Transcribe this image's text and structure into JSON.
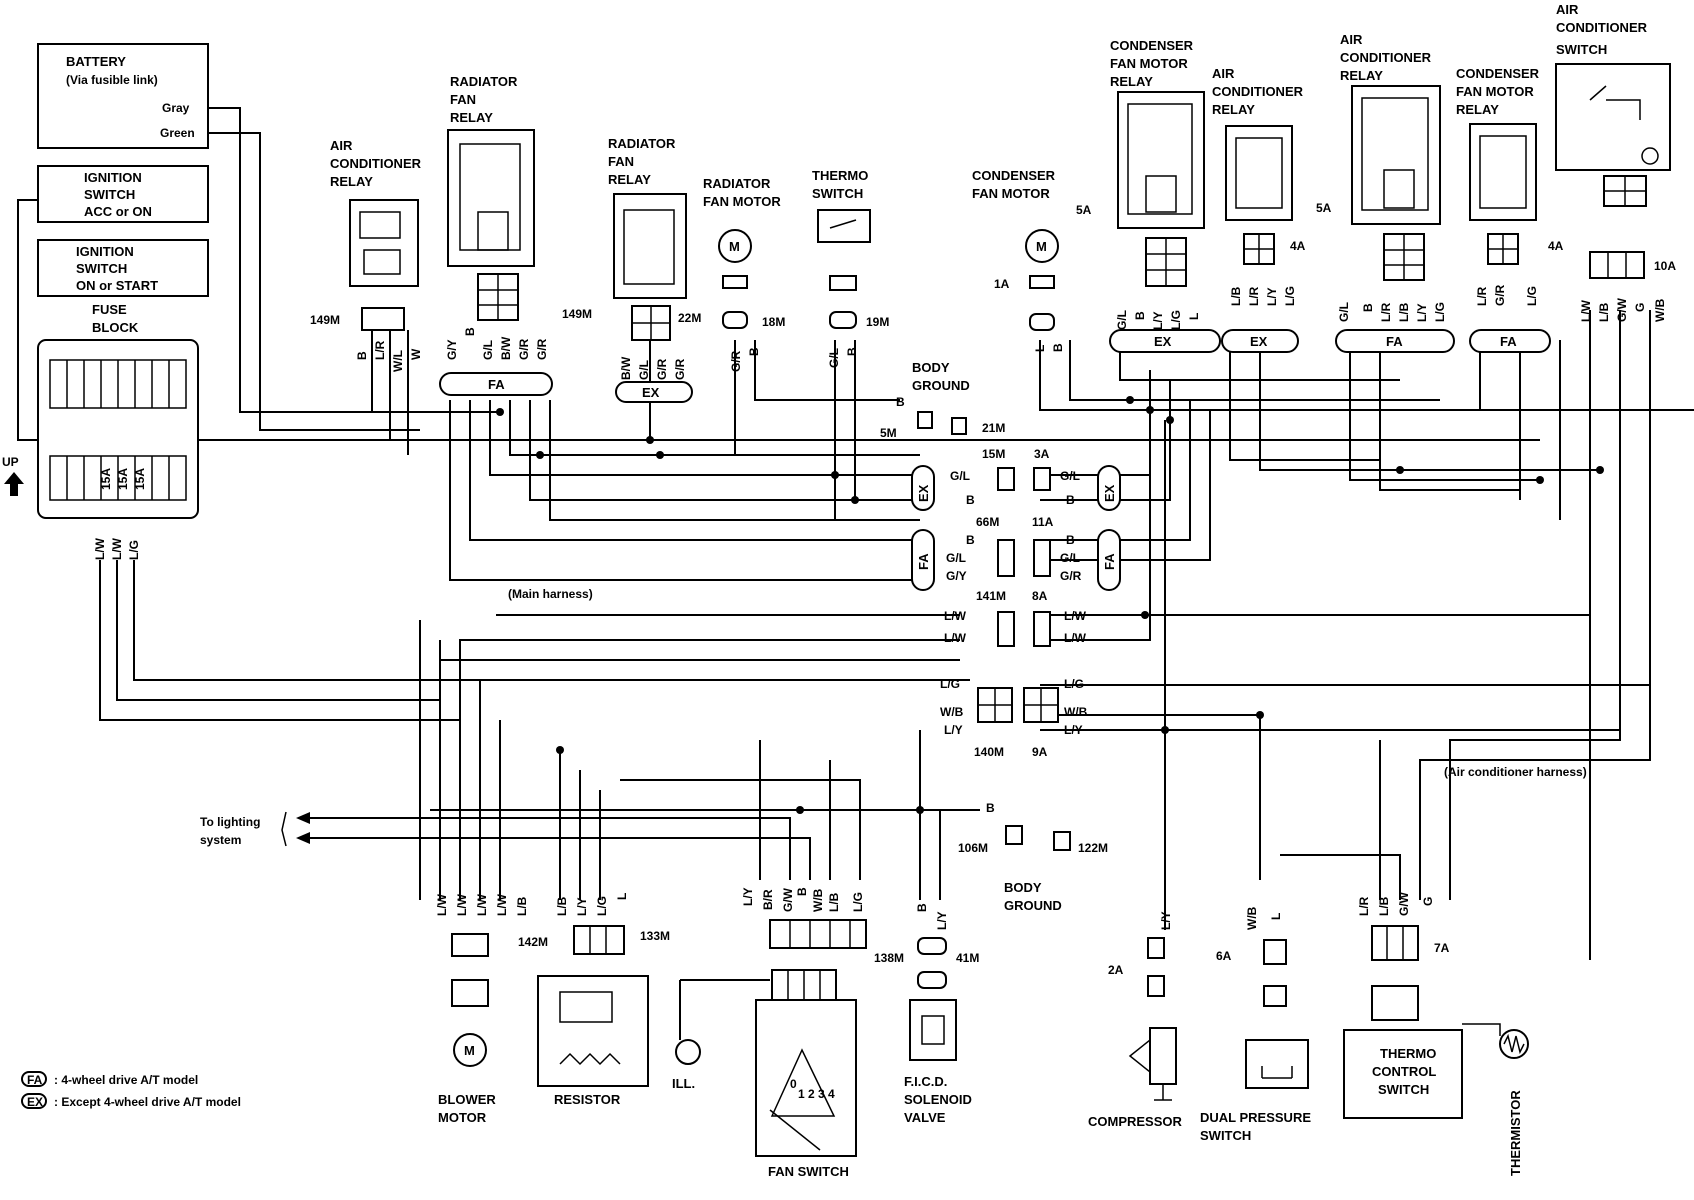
{
  "battery": {
    "title": "BATTERY",
    "sub": "(Via fusible link)",
    "gray": "Gray",
    "green": "Green"
  },
  "ign_acc": {
    "l1": "IGNITION",
    "l2": "SWITCH",
    "l3": "ACC or ON"
  },
  "ign_on": {
    "l1": "IGNITION",
    "l2": "SWITCH",
    "l3": "ON or START"
  },
  "fuse_block": {
    "l1": "FUSE",
    "l2": "BLOCK",
    "f1": "15A",
    "f2": "15A",
    "f3": "15A",
    "up": "UP"
  },
  "fuse_wires": [
    "L/W",
    "L/W",
    "L/G"
  ],
  "ac_relay_left": {
    "l1": "AIR",
    "l2": "CONDITIONER",
    "l3": "RELAY",
    "conn": "149M",
    "wires": [
      "B",
      "L/R",
      "W/L",
      "W"
    ]
  },
  "rad_fan_relay_1": {
    "l1": "RADIATOR",
    "l2": "FAN",
    "l3": "RELAY",
    "conn": "149M",
    "wires": [
      "G/Y",
      "B",
      "G/L",
      "B/W",
      "G/R",
      "G/R"
    ]
  },
  "rad_fan_relay_2": {
    "l1": "RADIATOR",
    "l2": "FAN",
    "l3": "RELAY",
    "conn": "22M",
    "wires": [
      "B/W",
      "G/L",
      "G/R",
      "G/R"
    ]
  },
  "rad_fan_motor": {
    "l1": "RADIATOR",
    "l2": "FAN MOTOR",
    "conn": "18M",
    "wires": [
      "G/R",
      "B"
    ]
  },
  "thermo_switch": {
    "l1": "THERMO",
    "l2": "SWITCH",
    "conn": "19M",
    "wires": [
      "G/L",
      "B"
    ]
  },
  "body_ground_top": {
    "l1": "BODY",
    "l2": "GROUND",
    "c1": "5M",
    "c2": "21M",
    "c3": "15M",
    "c4": "3A",
    "wire": "B"
  },
  "cond_fan_motor": {
    "l1": "CONDENSER",
    "l2": "FAN MOTOR",
    "conn": "1A",
    "wires": [
      "L",
      "B"
    ]
  },
  "cond_fan_relay_1": {
    "l1": "CONDENSER",
    "l2": "FAN MOTOR",
    "l3": "RELAY",
    "conn": "5A",
    "wires": [
      "G/L",
      "B",
      "L/Y",
      "L/G",
      "L"
    ]
  },
  "ac_relay_mid": {
    "l1": "AIR",
    "l2": "CONDITIONER",
    "l3": "RELAY",
    "conn": "4A",
    "wires": [
      "L/B",
      "L/R",
      "L/Y",
      "L/G"
    ]
  },
  "ac_relay_right": {
    "l1": "AIR",
    "l2": "CONDITIONER",
    "l3": "RELAY",
    "conn": "5A",
    "wires": [
      "G/L",
      "B",
      "L/R",
      "L/B",
      "L/Y",
      "L/G"
    ]
  },
  "cond_fan_relay_2": {
    "l1": "CONDENSER",
    "l2": "FAN MOTOR",
    "l3": "RELAY",
    "conn": "4A",
    "wires": [
      "L/R",
      "G/R",
      "L/G"
    ]
  },
  "ac_switch": {
    "l1": "AIR",
    "l2": "CONDITIONER",
    "l3": "SWITCH",
    "conn": "10A",
    "wires": [
      "L/W",
      "L/B",
      "G/W",
      "G",
      "W/B"
    ]
  },
  "ex_label": "EX",
  "fa_label": "FA",
  "mid_connectors": {
    "c66m": "66M",
    "c11a": "11A",
    "c141m": "141M",
    "c8a": "8A",
    "c140m": "140M",
    "c9a": "9A",
    "row_ex_1": "G/L",
    "row_ex_2": "B",
    "row_fa_1": "B",
    "row_fa_2": "G/L",
    "row_fa_3": "G/Y",
    "row_fa_3r": "G/R",
    "lw1": "L/W",
    "lw2": "L/W",
    "lg": "L/G",
    "wb": "W/B",
    "ly": "L/Y"
  },
  "harness_main": "(Main harness)",
  "harness_ac": "(Air conditioner harness)",
  "lighting": {
    "l1": "To lighting",
    "l2": "system"
  },
  "body_ground_bottom": {
    "l1": "BODY",
    "l2": "GROUND",
    "c1": "106M",
    "c2": "122M",
    "wire": "B"
  },
  "blower_motor": {
    "l1": "BLOWER",
    "l2": "MOTOR",
    "wires": [
      "L/W",
      "L/W",
      "L/W",
      "L/W",
      "L/B"
    ]
  },
  "resistor": {
    "l1": "RESISTOR",
    "c1": "142M",
    "c2": "133M",
    "wires": [
      "L/B",
      "L/Y",
      "L/G",
      "L"
    ]
  },
  "fan_switch": {
    "l1": "FAN SWITCH",
    "ill": "ILL.",
    "wires": [
      "L/Y",
      "B/R",
      "G/W",
      "B",
      "W/B",
      "L/B",
      "L/G"
    ],
    "pos": [
      "0",
      "1",
      "2",
      "3",
      "4"
    ]
  },
  "ficd": {
    "l1": "F.I.C.D.",
    "l2": "SOLENOID",
    "l3": "VALVE",
    "c1": "138M",
    "c2": "41M",
    "wires": [
      "B",
      "L/Y"
    ]
  },
  "compressor": {
    "l1": "COMPRESSOR",
    "conn": "2A",
    "wire": "L/Y"
  },
  "dual_pressure": {
    "l1": "DUAL PRESSURE",
    "l2": "SWITCH",
    "conn": "6A",
    "wires": [
      "W/B",
      "L"
    ]
  },
  "thermo_control": {
    "l1": "THERMO",
    "l2": "CONTROL",
    "l3": "SWITCH",
    "conn": "7A",
    "wires": [
      "L/R",
      "L/B",
      "G/W",
      "G"
    ]
  },
  "thermistor": {
    "l1": "THERMISTOR"
  },
  "legend": {
    "fa": "FA",
    "fa_text": ": 4-wheel drive A/T model",
    "ex": "EX",
    "ex_text": ": Except 4-wheel drive A/T model"
  }
}
